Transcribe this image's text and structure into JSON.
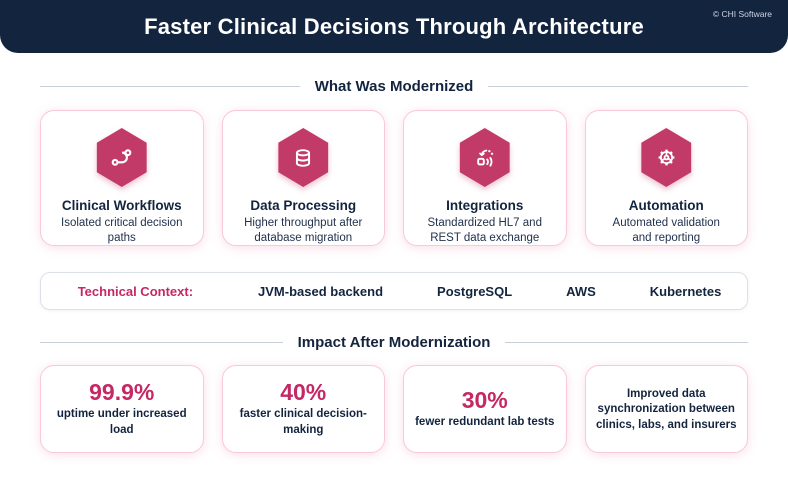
{
  "colors": {
    "navy": "#13243F",
    "accent_pink": "#C52862",
    "hexagon_pink": "#C23B68",
    "card_border_pink": "#F8C9D8",
    "divider_gray": "#C9CFD9"
  },
  "header": {
    "title": "Faster Clinical Decisions Through Architecture",
    "copyright": "© CHI Software"
  },
  "sections": {
    "modernized": "What Was Modernized",
    "impact": "Impact After Modernization"
  },
  "modernized_cards": [
    {
      "icon": "workflow-icon",
      "title": "Clinical Workflows",
      "description": "Isolated critical decision paths"
    },
    {
      "icon": "database-icon",
      "title": "Data Processing",
      "description": "Higher throughput after database migration"
    },
    {
      "icon": "data-exchange-icon",
      "title": "Integrations",
      "description": "Standardized HL7 and REST data exchange"
    },
    {
      "icon": "gear-icon",
      "title": "Automation",
      "description": "Automated validation and reporting"
    }
  ],
  "technical_context": {
    "label": "Technical Context:",
    "items": [
      "JVM-based backend",
      "PostgreSQL",
      "AWS",
      "Kubernetes"
    ]
  },
  "impact_cards": [
    {
      "value": "99.9%",
      "label": "uptime under increased load"
    },
    {
      "value": "40%",
      "label": "faster clinical decision-making"
    },
    {
      "value": "30%",
      "label": "fewer redundant lab tests"
    },
    {
      "value": "",
      "label": "Improved data synchronization between clinics, labs, and insurers"
    }
  ]
}
